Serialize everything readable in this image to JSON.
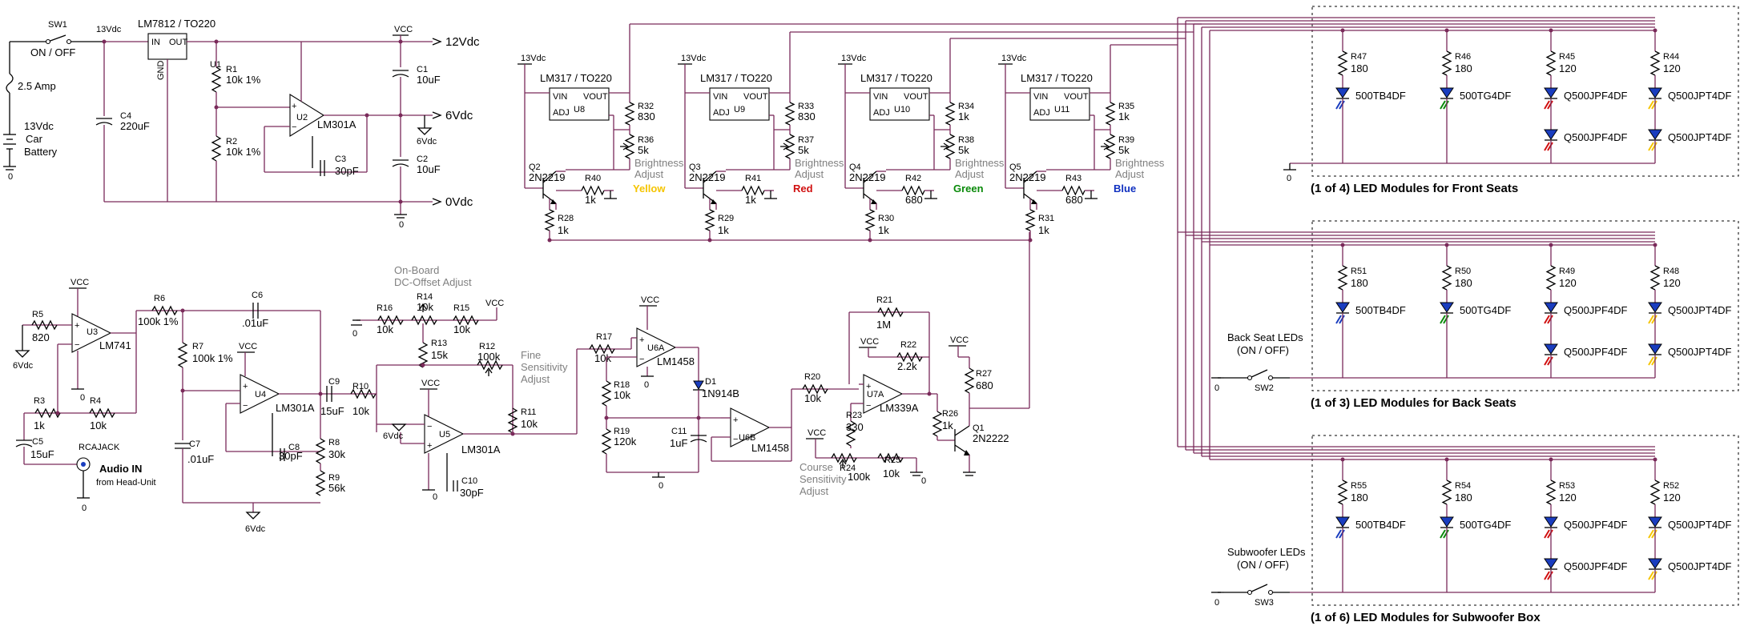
{
  "top": {
    "sw1": "SW1",
    "on_off": "ON / OFF",
    "fuse": "2.5 Amp",
    "battery": [
      "13Vdc",
      "Car",
      "Battery"
    ],
    "v13": "13Vdc",
    "regulator": "LM7812 / TO220",
    "reg_in": "IN",
    "reg_out": "OUT",
    "reg_gnd": "GND",
    "reg_ref": "U1",
    "c4": [
      "C4",
      "220uF"
    ],
    "r1": [
      "R1",
      "10k 1%"
    ],
    "r2": [
      "R2",
      "10k 1%"
    ],
    "u2": [
      "U2",
      "LM301A"
    ],
    "c3": [
      "C3",
      "30pF"
    ],
    "vcc": "VCC",
    "c1": [
      "C1",
      "10uF"
    ],
    "c2": [
      "C2",
      "10uF"
    ],
    "rail_12": "12Vdc",
    "rail_6": "6Vdc",
    "rail_0": "0Vdc",
    "gnd0": "0",
    "sixv": "6Vdc"
  },
  "lm317": [
    {
      "v": "13Vdc",
      "title": "LM317 / TO220",
      "u": "U8",
      "r_top": [
        "R32",
        "830"
      ],
      "pot": [
        "R36",
        "5k"
      ],
      "q": [
        "Q2",
        "2N2219"
      ],
      "r_b": [
        "R40",
        "1k"
      ],
      "r_e": [
        "R28",
        "1k"
      ],
      "color": "Yellow",
      "hex": "#f5c400"
    },
    {
      "v": "13Vdc",
      "title": "LM317 / TO220",
      "u": "U9",
      "r_top": [
        "R33",
        "830"
      ],
      "pot": [
        "R37",
        "5k"
      ],
      "q": [
        "Q3",
        "2N2219"
      ],
      "r_b": [
        "R41",
        "1k"
      ],
      "r_e": [
        "R29",
        "1k"
      ],
      "color": "Red",
      "hex": "#d01010"
    },
    {
      "v": "13Vdc",
      "title": "LM317 / TO220",
      "u": "U10",
      "r_top": [
        "R34",
        "1k"
      ],
      "pot": [
        "R38",
        "5k"
      ],
      "q": [
        "Q4",
        "2N2219"
      ],
      "r_b": [
        "R42",
        "680"
      ],
      "r_e": [
        "R30",
        "1k"
      ],
      "color": "Green",
      "hex": "#0a8a0a"
    },
    {
      "v": "13Vdc",
      "title": "LM317 / TO220",
      "u": "U11",
      "r_top": [
        "R35",
        "1k"
      ],
      "pot": [
        "R39",
        "5k"
      ],
      "q": [
        "Q5",
        "2N2219"
      ],
      "r_b": [
        "R43",
        "680"
      ],
      "r_e": [
        "R31",
        "1k"
      ],
      "color": "Blue",
      "hex": "#1030c0"
    }
  ],
  "lm317_pins": {
    "vin": "VIN",
    "vout": "VOUT",
    "adj": "ADJ",
    "bright": [
      "Brightness",
      "Adjust"
    ]
  },
  "modules": [
    {
      "title": "(1 of 4) LED Modules for Front Seats",
      "rs": [
        [
          "R47",
          "180"
        ],
        [
          "R46",
          "180"
        ],
        [
          "R45",
          "120"
        ],
        [
          "R44",
          "120"
        ]
      ],
      "leds": [
        "500TB4DF",
        "500TG4DF",
        "Q500JPF4DF",
        "Q500JPT4DF"
      ],
      "leds2": [
        "Q500JPF4DF",
        "Q500JPT4DF"
      ],
      "switch": null
    },
    {
      "title": "(1 of 3) LED Modules for Back Seats",
      "rs": [
        [
          "R51",
          "180"
        ],
        [
          "R50",
          "180"
        ],
        [
          "R49",
          "120"
        ],
        [
          "R48",
          "120"
        ]
      ],
      "leds": [
        "500TB4DF",
        "500TG4DF",
        "Q500JPF4DF",
        "Q500JPT4DF"
      ],
      "leds2": [
        "Q500JPF4DF",
        "Q500JPT4DF"
      ],
      "switch": [
        "Back Seat LEDs",
        "(ON / OFF)",
        "SW2"
      ]
    },
    {
      "title": "(1 of 6) LED Modules for Subwoofer Box",
      "rs": [
        [
          "R55",
          "180"
        ],
        [
          "R54",
          "180"
        ],
        [
          "R53",
          "120"
        ],
        [
          "R52",
          "120"
        ]
      ],
      "leds": [
        "500TB4DF",
        "500TG4DF",
        "Q500JPF4DF",
        "Q500JPT4DF"
      ],
      "leds2": [
        "Q500JPF4DF",
        "Q500JPT4DF"
      ],
      "switch": [
        "Subwoofer LEDs",
        "(ON / OFF)",
        "SW3"
      ]
    }
  ],
  "bottom": {
    "vcc": "VCC",
    "r5": [
      "R5",
      "820"
    ],
    "u3": [
      "U3",
      "LM741"
    ],
    "r3": [
      "R3",
      "1k"
    ],
    "r4": [
      "R4",
      "10k"
    ],
    "c5": [
      "C5",
      "15uF"
    ],
    "rcajack": "RCAJACK",
    "audio_in": "Audio IN",
    "head_unit": "from Head-Unit",
    "r6": [
      "R6",
      "100k 1%"
    ],
    "r7": [
      "R7",
      "100k 1%"
    ],
    "c6": [
      "C6",
      ".01uF"
    ],
    "u4": [
      "U4",
      "LM301A"
    ],
    "c7": [
      "C7",
      ".01uF"
    ],
    "c8": [
      "C8",
      "30pF"
    ],
    "c9": [
      "C9",
      "15uF"
    ],
    "r8": [
      "R8",
      "30k"
    ],
    "r9": [
      "R9",
      "56k"
    ],
    "r10": [
      "R10",
      "10k"
    ],
    "onboard": [
      "On-Board",
      "DC-Offset Adjust"
    ],
    "r14": [
      "R14",
      "10k"
    ],
    "r16": [
      "R16",
      "10k"
    ],
    "r15": [
      "R15",
      "10k"
    ],
    "r13": [
      "R13",
      "15k"
    ],
    "r12": [
      "R12",
      "100k"
    ],
    "fine": [
      "Fine",
      "Sensitivity",
      "Adjust"
    ],
    "u5": [
      "U5",
      "LM301A"
    ],
    "c10": [
      "C10",
      "30pF"
    ],
    "r11": [
      "R11",
      "10k"
    ],
    "r17": [
      "R17",
      "10k"
    ],
    "u6a": [
      "U6A",
      "LM1458"
    ],
    "r18": [
      "R18",
      "10k"
    ],
    "d1": [
      "D1",
      "1N914B"
    ],
    "r19": [
      "R19",
      "120k"
    ],
    "c11": [
      "C11",
      "1uF"
    ],
    "u6b": [
      "U6B",
      "LM1458"
    ],
    "r20": [
      "R20",
      "10k"
    ],
    "r21": [
      "R21",
      "1M"
    ],
    "r22": [
      "R22",
      "2.2k"
    ],
    "u7a": [
      "U7A",
      "LM339A"
    ],
    "r23": [
      "R23",
      "330"
    ],
    "r24": [
      "R24",
      "100k"
    ],
    "course": [
      "Course",
      "Sensitivity",
      "Adjust"
    ],
    "r25": [
      "R25",
      "10k"
    ],
    "r26": [
      "R26",
      "1k"
    ],
    "r27": [
      "R27",
      "680"
    ],
    "q1": [
      "Q1",
      "2N2222"
    ]
  }
}
